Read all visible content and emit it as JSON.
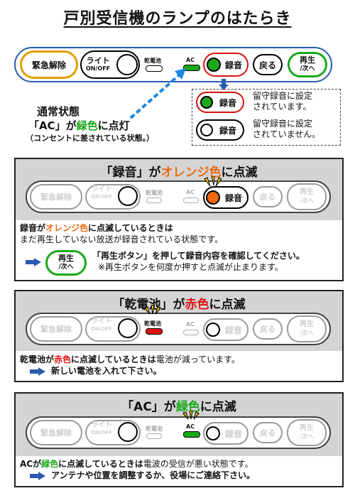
{
  "title": "戸別受信機のランプのはたらき",
  "colors": {
    "green": "#1aa81a",
    "orange": "#ee6a10",
    "red": "#e01010",
    "blue": "#2a5bb0",
    "accent_blue": "#1c88e0"
  },
  "buttons": {
    "emergency": "緊急解除",
    "light": "ライト",
    "light_sub": "ON/OFF",
    "battery": "乾電池",
    "ac": "AC",
    "record": "録音",
    "back": "戻る",
    "play": "再生",
    "play_sub": "/次へ"
  },
  "top": {
    "normal_title": "通常状態",
    "normal_pre": "「AC」が",
    "normal_green": "緑色",
    "normal_post": "に点灯",
    "normal_note": "（コンセントに差されている状態。）",
    "record_on_1": "留守録音に設定",
    "record_on_2": "されています。",
    "record_off_1": "留守録音に設定",
    "record_off_2": "されていません。"
  },
  "panel1": {
    "title_pre": "「録音」が",
    "title_color": "オレンジ色",
    "title_post": "に点滅",
    "l1_a": "録音が",
    "l1_b": "オレンジ色",
    "l1_c": "に点滅しているときは",
    "l2": "まだ再生していない放送が録音されている状態です。",
    "action1": "「再生ボタン」を押して録音内容を確認してください。",
    "action2": "※再生ボタンを何度か押すと点滅が止まります。"
  },
  "panel2": {
    "title_pre": "「乾電池」が",
    "title_color": "赤色",
    "title_post": "に点滅",
    "l1_a": "乾電池が",
    "l1_b": "赤色",
    "l1_c": "に点滅しているときは",
    "l1_d": "電池が減っています。",
    "action": "新しい電池を入れて下さい。"
  },
  "panel3": {
    "title_pre": "「AC」が",
    "title_color": "緑色",
    "title_post": "に点滅",
    "l1_a": "ACが",
    "l1_b": "緑色",
    "l1_c": "に点滅しているときは",
    "l1_d": "電波の受信が悪い状態です。",
    "action": "アンテナや位置を調整するか、役場にご連絡下さい。"
  }
}
